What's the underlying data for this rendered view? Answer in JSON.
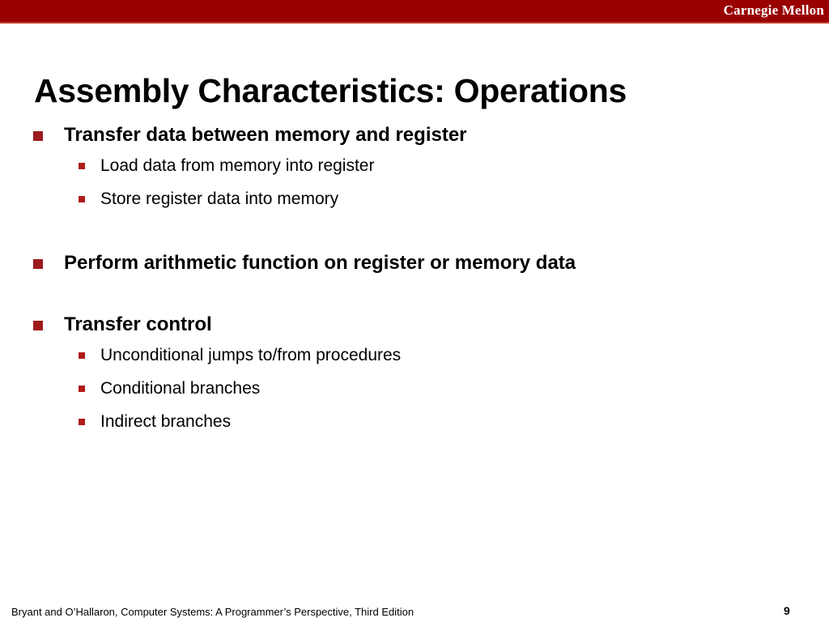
{
  "header": {
    "brand": "Carnegie Mellon",
    "bar_color": "#990000",
    "underline_color": "#c0392b"
  },
  "title": "Assembly Characteristics: Operations",
  "bullet_colors": {
    "level1": "#9e1b1b",
    "level2": "#b01b1b"
  },
  "content": {
    "groups": [
      {
        "heading": "Transfer data between memory and register",
        "items": [
          "Load data from memory into register",
          "Store register data into memory"
        ]
      },
      {
        "heading": "Perform arithmetic function on register or memory data",
        "items": []
      },
      {
        "heading": "Transfer control",
        "items": [
          "Unconditional jumps to/from procedures",
          "Conditional branches",
          "Indirect branches"
        ]
      }
    ]
  },
  "footer": {
    "citation": "Bryant and O’Hallaron, Computer Systems: A Programmer’s Perspective, Third Edition",
    "page_number": "9"
  }
}
